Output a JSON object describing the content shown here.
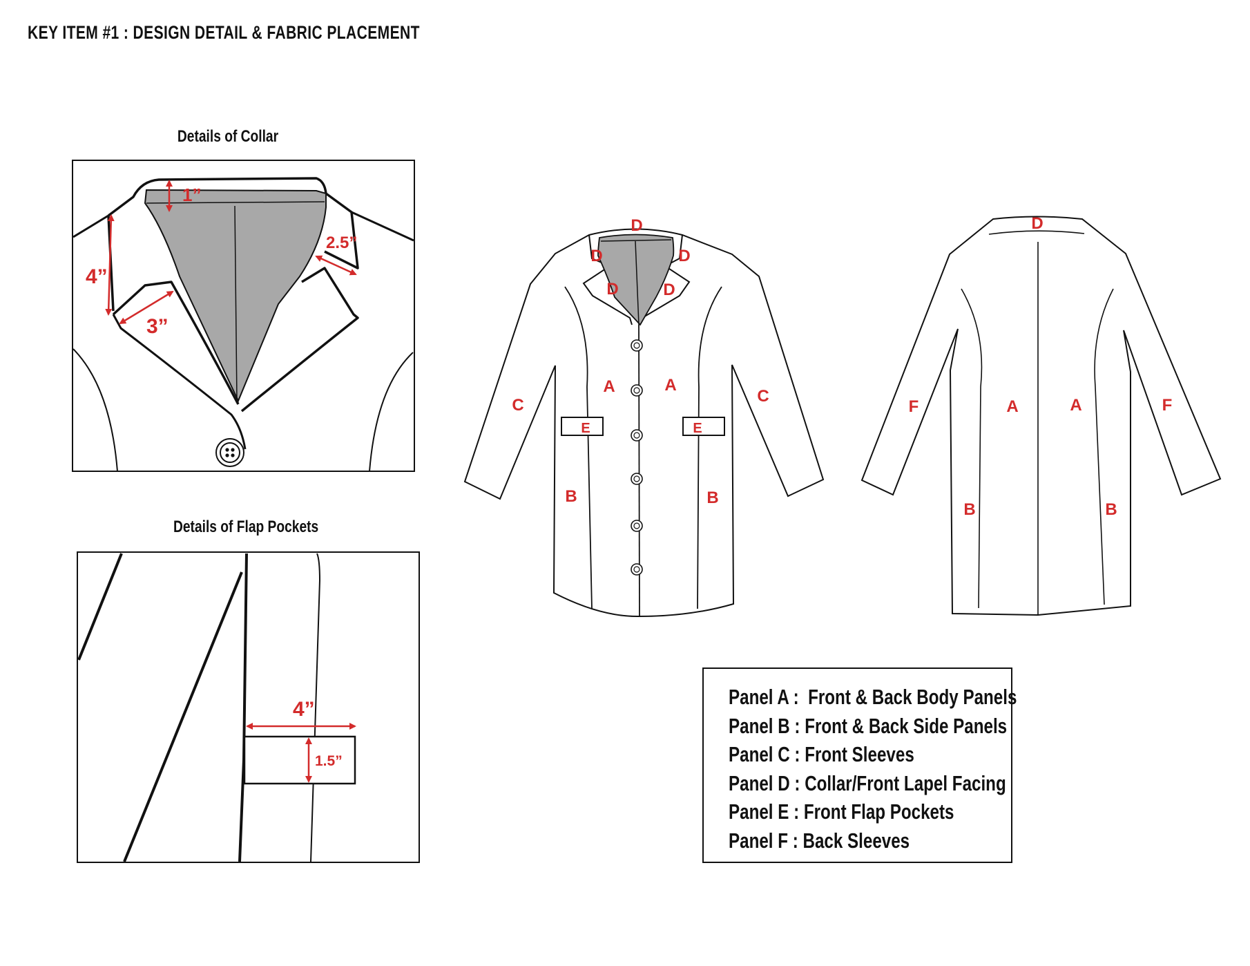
{
  "header": {
    "title": "KEY ITEM #1 : DESIGN DETAIL & FABRIC PLACEMENT"
  },
  "collar_detail": {
    "title": "Details of Collar",
    "measurements": {
      "collar_stand": "1”",
      "lapel_length": "4”",
      "lapel_width": "3”",
      "collar_width": "2.5”"
    }
  },
  "pocket_detail": {
    "title": "Details of Flap Pockets",
    "measurements": {
      "flap_width": "4”",
      "flap_height": "1.5”"
    }
  },
  "front_view": {
    "panel_labels": {
      "collar_back": "D",
      "collar_left": "D",
      "collar_right": "D",
      "lapel_left": "D",
      "lapel_right": "D",
      "body_left": "A",
      "body_right": "A",
      "sleeve_left": "C",
      "sleeve_right": "C",
      "pocket_left": "E",
      "pocket_right": "E",
      "side_left": "B",
      "side_right": "B"
    },
    "button_count": 6
  },
  "back_view": {
    "panel_labels": {
      "collar": "D",
      "body_left": "A",
      "body_right": "A",
      "sleeve_left": "F",
      "sleeve_right": "F",
      "side_left": "B",
      "side_right": "B"
    }
  },
  "legend": [
    {
      "code": "Panel A :",
      "desc": "  Front & Back Body Panels"
    },
    {
      "code": "Panel B :",
      "desc": " Front & Back Side Panels"
    },
    {
      "code": "Panel C :",
      "desc": " Front Sleeves"
    },
    {
      "code": "Panel D :",
      "desc": " Collar/Front Lapel Facing"
    },
    {
      "code": "Panel E :",
      "desc": " Front Flap Pockets"
    },
    {
      "code": "Panel F :",
      "desc": " Back Sleeves"
    }
  ],
  "colors": {
    "annotation": "#d32b2b",
    "facing": "#a8a8a8",
    "line": "#111111"
  }
}
